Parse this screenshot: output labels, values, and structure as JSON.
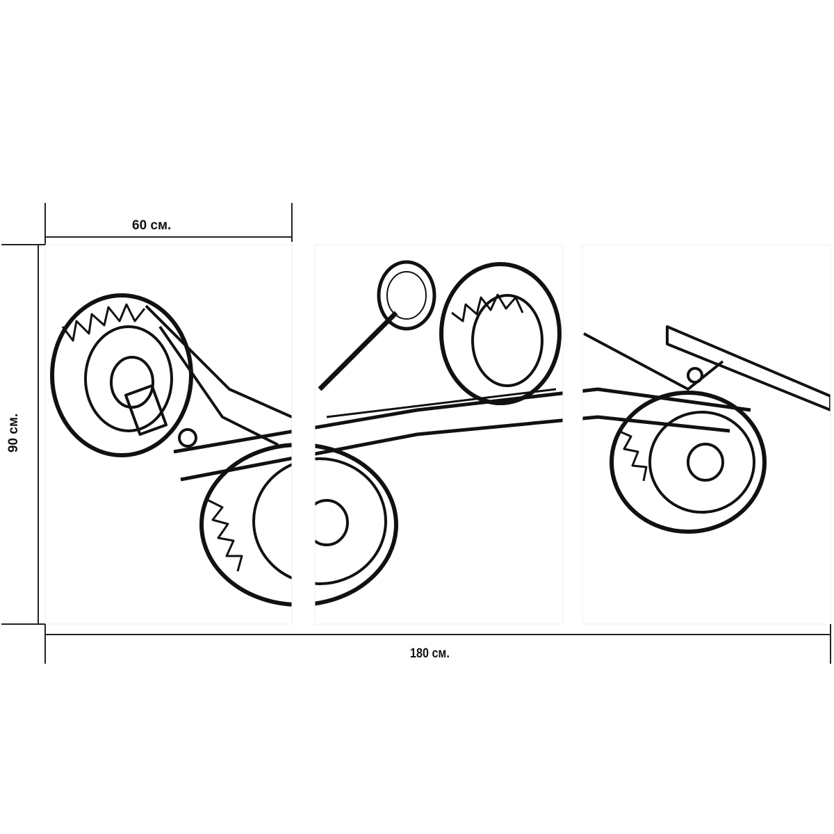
{
  "dimensions": {
    "panel_width": "60 см.",
    "height": "90 см.",
    "total_width": "180 см."
  },
  "panels": {
    "count": 3
  },
  "colors": {
    "ink": "#111111",
    "background": "#ffffff",
    "gap": "#f4f4f4"
  }
}
